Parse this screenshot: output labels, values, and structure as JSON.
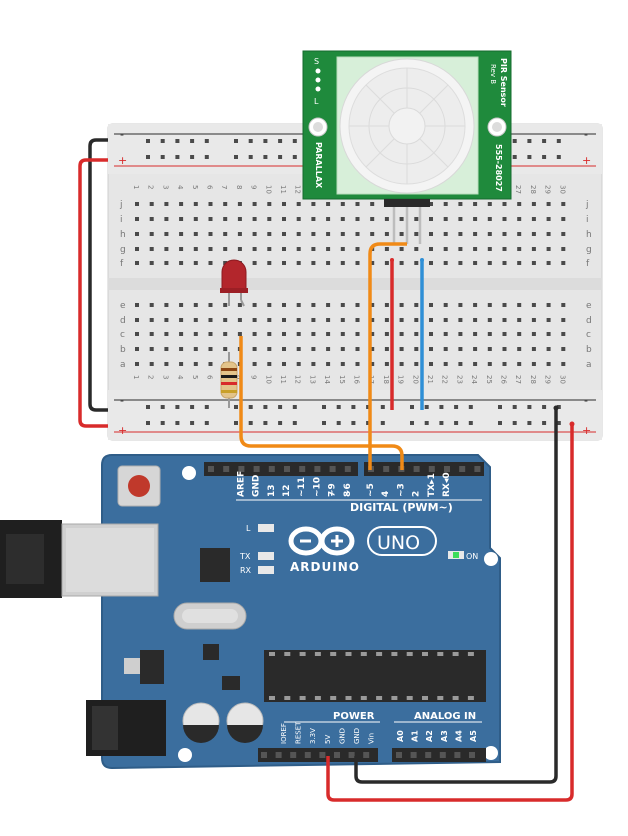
{
  "colors": {
    "board": "#3b6e9e",
    "board_edge": "#2f5d88",
    "breadboard": "#e6e6e6",
    "pir_pcb": "#1f8a3c",
    "wire_red": "#d82b2b",
    "wire_black": "#2a2a2a",
    "wire_orange": "#f08a17",
    "wire_blue": "#2f8fd6",
    "led": "#b3262c"
  },
  "breadboard": {
    "rail_minus": "-",
    "rail_plus": "+",
    "rows_top": [
      "j",
      "i",
      "h",
      "g",
      "f"
    ],
    "rows_bottom": [
      "e",
      "d",
      "c",
      "b",
      "a"
    ],
    "column_count": 30
  },
  "pir": {
    "title": "PIR Sensor",
    "rev": "Rev B",
    "brand": "PARALLAX",
    "part": "555-28027",
    "jumper_labels": [
      "S",
      "L"
    ]
  },
  "arduino": {
    "digital_label": "DIGITAL (PWM~)",
    "digital_pins": [
      "AREF",
      "GND",
      "13",
      "12",
      "~11",
      "~10",
      "~9",
      "8",
      "7",
      "~6",
      "~5",
      "4",
      "~3",
      "2",
      "TX▸1",
      "RX◂0"
    ],
    "logo_text": "ARDUINO",
    "model": "UNO",
    "on_label": "ON",
    "led_labels": [
      "L",
      "TX",
      "RX"
    ],
    "power_label": "POWER",
    "power_pins": [
      "IOREF",
      "RESET",
      "3.3V",
      "5V",
      "GND",
      "GND",
      "Vin"
    ],
    "analog_label": "ANALOG IN",
    "analog_pins": [
      "A0",
      "A1",
      "A2",
      "A3",
      "A4",
      "A5"
    ]
  }
}
